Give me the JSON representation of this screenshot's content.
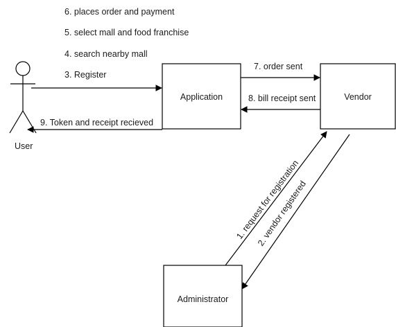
{
  "actor": {
    "name": "User",
    "icon": "stick-figure-actor-icon"
  },
  "nodes": {
    "application": "Application",
    "vendor": "Vendor",
    "administrator": "Administrator"
  },
  "user_messages": {
    "places_order": "6. places order and payment",
    "select_mall": "5. select mall and food franchise",
    "search_mall": "4. search nearby mall",
    "register": "3. Register",
    "token_receipt": "9. Token and receipt recieved"
  },
  "vendor_messages": {
    "order_sent": "7. order sent",
    "bill_receipt": "8. bill receipt sent"
  },
  "admin_messages": {
    "request_registration": "1. request for registration",
    "vendor_registered": "2. vendor registered"
  },
  "colors": {
    "line": "#000000",
    "text": "#1a1a1a",
    "background": "#ffffff"
  }
}
